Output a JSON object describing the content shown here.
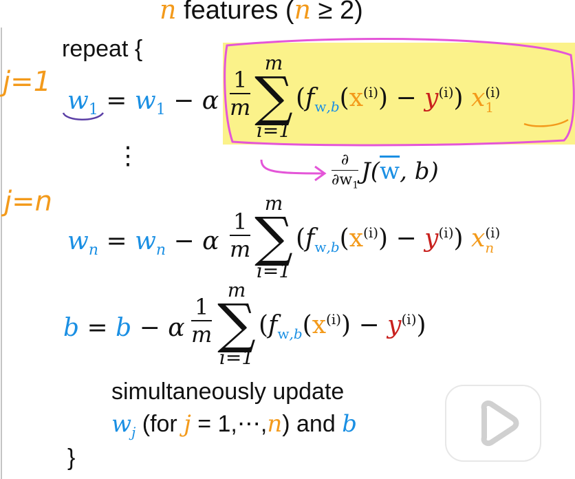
{
  "header": {
    "n": "n",
    "features": " features (",
    "n_ge": "n",
    "ge2": " ≥ 2)"
  },
  "repeat": "repeat {",
  "annot": {
    "j1": "j=1",
    "jn": "j=n"
  },
  "eq1": {
    "lhs": "w",
    "lhs_sub": "1",
    "rhs_w": "w",
    "rhs_sub": "1",
    "minus_alpha": " − α",
    "x_sub": "1"
  },
  "dots": "⋮",
  "deriv": {
    "d": "∂",
    "dw": "∂w",
    "dw_sub": "1",
    "J": "J(",
    "wvec": "w",
    "comma_b": ", b)"
  },
  "eq2": {
    "lhs": "w",
    "lhs_sub": "n",
    "rhs_w": "w",
    "rhs_sub": "n",
    "minus_alpha": " − α",
    "x_sub": "n"
  },
  "eq3": {
    "lhs": "b",
    "eq": " = ",
    "rhs": "b",
    "minus_alpha": " − α"
  },
  "common": {
    "one": "1",
    "m": "m",
    "top": "m",
    "bot": "i=1",
    "f": "f",
    "fsub_w": "w",
    "fsub_b": ",b",
    "x": "x",
    "sup_i": "(i)",
    "minus": " − ",
    "y": "y",
    "eq": " = "
  },
  "simul": {
    "line1": "simultaneously update",
    "wj": "w",
    "j_sub": "j",
    "for": " (for ",
    "j": "j",
    "range": " = 1,⋯,",
    "n": "n",
    "and": ") and ",
    "b": "b"
  },
  "close": "}",
  "colors": {
    "blue": "#1a8fe3",
    "orange": "#f39a1b",
    "red": "#c8201d",
    "highlight": "#fbf28a",
    "pink": "#e455d8",
    "purple": "#5b3fa6"
  },
  "icons": [
    "play-button-icon"
  ]
}
